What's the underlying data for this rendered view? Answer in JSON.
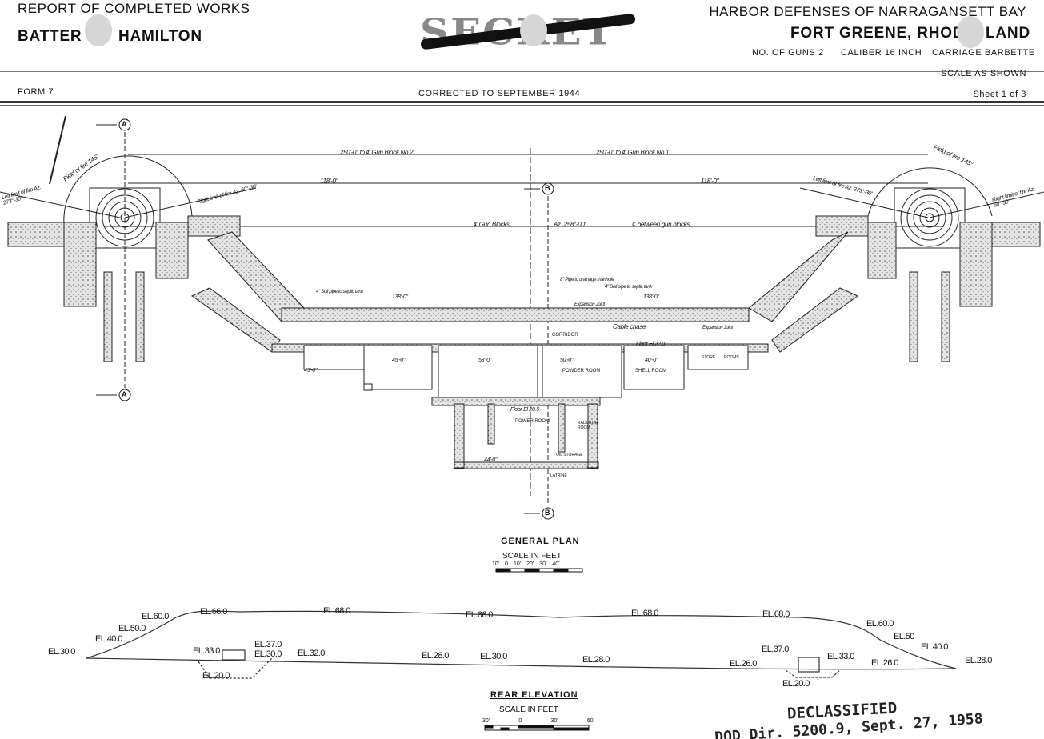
{
  "header": {
    "report": "REPORT OF COMPLETED WORKS",
    "battery": "BATTER",
    "battery_name": "HAMILTON",
    "classification": "SECRET",
    "district": "HARBOR DEFENSES OF NARRAGANSETT BAY",
    "fort": "FORT GREENE, RHOD",
    "fort_end": "LAND",
    "guns": "NO. OF GUNS 2",
    "caliber": "CALIBER 16 INCH",
    "carriage": "CARRIAGE BARBETTE",
    "scale": "SCALE AS SHOWN",
    "form": "FORM 7",
    "corrected": "CORRECTED TO SEPTEMBER 1944",
    "sheet": "Sheet 1 of 3"
  },
  "plan": {
    "title": "GENERAL PLAN",
    "scale_label": "SCALE IN FEET",
    "scale_ticks": [
      "10'",
      "0",
      "10'",
      "20'",
      "30'",
      "40'"
    ],
    "section_marker_a": "A",
    "section_marker_b": "B",
    "dim_left": "250'-0\" to ℄ Gun Block No 2",
    "dim_right": "250'-0\" to ℄ Gun Block No 1",
    "dim_118_left": "118'-0\"",
    "dim_118_right": "118'-0\"",
    "gun_blocks": "℄ Gun Blocks",
    "azimuth": "Az. 258°-00'",
    "between": "℄ between gun blocks",
    "field_left": "Field of fire 145°",
    "field_right": "Field of fire 145°",
    "left_limit_l": "Left limit of fire Az. 273°-30'",
    "right_limit_l": "Right limit of fire Az. 60°-30'",
    "left_limit_r": "Left limit of fire Az. 273°-30'",
    "right_limit_r": "Right limit of fire Az. 60°-30'",
    "corridor": "CORRIDOR",
    "powder_room": "POWDER ROOM",
    "shell_room": "SHELL ROOM",
    "power_room": "POWER ROOM",
    "radiator_room": "RADIATOR ROOM",
    "oil_storage": "OIL STORAGE",
    "latrine": "LATRINE",
    "store": "STORE",
    "rooms": "ROOMS",
    "cable_chase": "Cable chase",
    "expansion_joint": "Expansion Joint",
    "expansion_joint_2": "Expansion Joint",
    "floor_22": "Floor El 22.0",
    "floor_205": "Floor El 20.5",
    "soil_pipe": "4\" Soil pipe to septic tank",
    "soil_pipe_2": "4\" Soil pipe to septic tank",
    "drain_pipe": "8\" Pipe to drainage manhole",
    "dim_138": "138'-0\"",
    "dim_138r": "138'-0\"",
    "dim_58": "58'-0\"",
    "dim_50": "50'-0\"",
    "dim_40": "40'-0\"",
    "dim_44": "44'-0\"",
    "dim_45": "45'-0\"",
    "dim_45r": "45'-0\""
  },
  "elevation": {
    "title": "REAR ELEVATION",
    "scale_label": "SCALE IN FEET",
    "scale_ticks": [
      "30'",
      "0",
      "30'",
      "60'"
    ],
    "labels": [
      "EL.30.0",
      "EL.40.0",
      "EL.50.0",
      "EL.60.0",
      "EL.66.0",
      "EL.68.0",
      "EL.66.0",
      "EL.68.0",
      "EL.68.0",
      "EL.60.0",
      "EL.50",
      "EL.40.0",
      "EL.28.0",
      "EL.33.0",
      "EL.37.0",
      "EL.30.0",
      "EL.32.0",
      "EL.20.0",
      "EL.28.0",
      "EL.30.0",
      "EL.28.0",
      "EL.26.0",
      "EL.37.0",
      "EL.33.0",
      "EL.26.0",
      "EL.20.0"
    ]
  },
  "stamp": {
    "declassified": "DECLASSIFIED",
    "authority": "DOD Dir. 5200.9, Sept. 27, 1958"
  }
}
